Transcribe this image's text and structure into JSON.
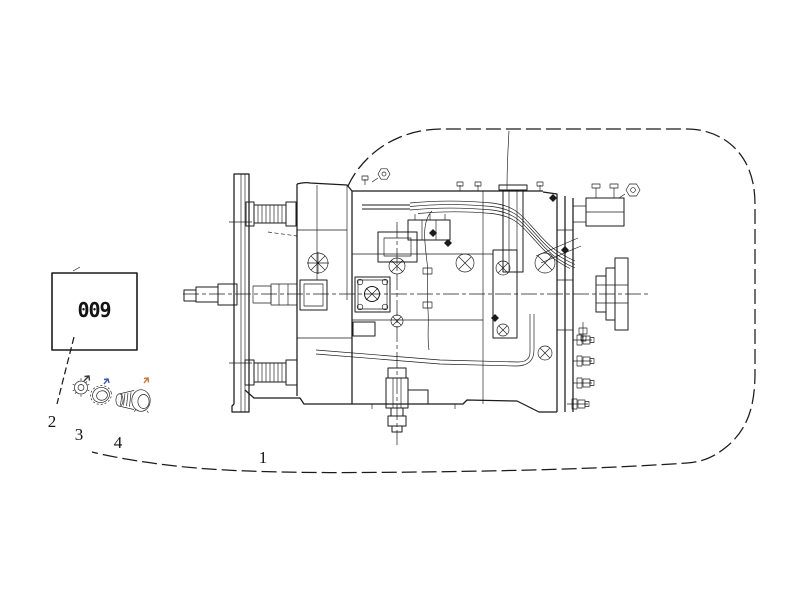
{
  "diagram": {
    "type": "engineering-line-drawing",
    "subject": "gearbox-transmission-assembly-side-view",
    "background_color": "#ffffff",
    "line_color": "#1b1b1b",
    "label_plate": {
      "text": "009"
    },
    "callouts": [
      {
        "number": "1",
        "target": "assembly-boundary-outline"
      },
      {
        "number": "2",
        "target": "small-knurled-nut"
      },
      {
        "number": "3",
        "target": "lock-ring"
      },
      {
        "number": "4",
        "target": "plug-fitting"
      }
    ],
    "markers": {
      "dark": "#3a3a46",
      "blue": "#3b55b0",
      "orange": "#c07a3a"
    }
  }
}
